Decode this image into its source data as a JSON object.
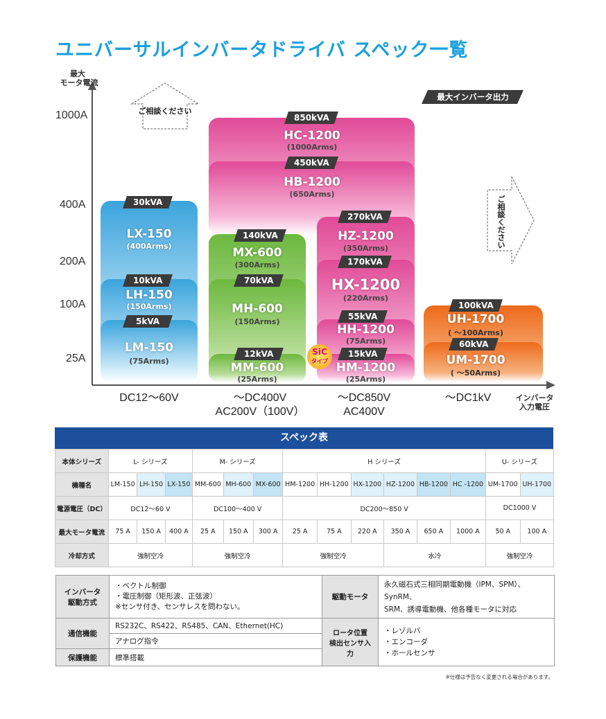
{
  "title": "ユニバーサルインバータドライバ スペック一覧",
  "chart": {
    "y_axis_label_line1": "最大",
    "y_axis_label_line2": "モータ電流",
    "x_axis_label_line1": "インバータ",
    "x_axis_label_line2": "入力電圧",
    "y_ticks": [
      "1000A",
      "400A",
      "200A",
      "100A",
      "25A"
    ],
    "x_ticks": [
      {
        "line1": "DC12～60V",
        "line2": ""
      },
      {
        "line1": "～DC400V",
        "line2": "AC200V（100V）"
      },
      {
        "line1": "～DC850V",
        "line2": "AC400V"
      },
      {
        "line1": "～DC1kV",
        "line2": ""
      }
    ],
    "consult_top": "ご相談ください",
    "consult_right": "ご相談ください",
    "max_output_label": "最大インバータ出力",
    "sic_badge_line1": "SiC",
    "sic_badge_line2": "タイプ",
    "colors": {
      "L": "#3aa4dc",
      "M": "#6cb83e",
      "H": "#e14a97",
      "U": "#ee6a1a",
      "kva": "#3b3b3b",
      "title": "#1aa0de"
    }
  },
  "chart_data": {
    "type": "table",
    "y_label": "最大モータ電流",
    "x_label": "インバータ入力電圧",
    "products": [
      {
        "kva": "30kVA",
        "model": "LX-150",
        "arms": "(400Arms)"
      },
      {
        "kva": "10kVA",
        "model": "LH-150",
        "arms": "(150Arms)"
      },
      {
        "kva": "5kVA",
        "model": "LM-150",
        "arms": "(75Arms)"
      },
      {
        "kva": "140kVA",
        "model": "MX-600",
        "arms": "(300Arms)"
      },
      {
        "kva": "70kVA",
        "model": "MH-600",
        "arms": "(150Arms)"
      },
      {
        "kva": "12kVA",
        "model": "MM-600",
        "arms": "(25Arms)"
      },
      {
        "kva": "850kVA",
        "model": "HC-1200",
        "arms": "(1000Arms)"
      },
      {
        "kva": "450kVA",
        "model": "HB-1200",
        "arms": "(650Arms)"
      },
      {
        "kva": "270kVA",
        "model": "HZ-1200",
        "arms": "(350Arms)"
      },
      {
        "kva": "170kVA",
        "model": "HX-1200",
        "arms": "(220Arms)"
      },
      {
        "kva": "55kVA",
        "model": "HH-1200",
        "arms": "(75Arms)"
      },
      {
        "kva": "15kVA",
        "model": "HM-1200",
        "arms": "(25Arms)"
      },
      {
        "kva": "100kVA",
        "model": "UH-1700",
        "arms": "( ～100Arms)"
      },
      {
        "kva": "60kVA",
        "model": "UM-1700",
        "arms": "( ～50Arms)"
      }
    ]
  },
  "spec_table": {
    "title": "スペック表",
    "row_labels": [
      "本体シリーズ",
      "機種名",
      "電源電圧（DC）",
      "最大モータ電流",
      "冷却方式"
    ],
    "series": [
      "L- シリーズ",
      "M- シリーズ",
      "H シリーズ",
      "U- シリーズ"
    ],
    "models": [
      "LM-150",
      "LH-150",
      "LX-150",
      "MM-600",
      "MH-600",
      "MX-600",
      "HM-1200",
      "HH-1200",
      "HX-1200",
      "HZ-1200",
      "HB-1200",
      "HC -1200",
      "UM-1700",
      "UH-1700"
    ],
    "voltages": [
      "DC12～60 V",
      "DC100～400 V",
      "DC200～850 V",
      "DC1000 V"
    ],
    "currents": [
      "75 A",
      "150 A",
      "400 A",
      "25 A",
      "150 A",
      "300 A",
      "25 A",
      "75 A",
      "220 A",
      "350 A",
      "650 A",
      "1000 A",
      "50 A",
      "100 A"
    ],
    "cooling": [
      "強制空冷",
      "強制空冷",
      "強制空冷",
      "水冷",
      "強制空冷"
    ]
  },
  "features": {
    "drive_label": "インバータ\n駆動方式",
    "drive_lines": [
      "・ベクトル制御",
      "・電圧制御（矩形波、正弦波）",
      "※センサ付き、センサレスを問わない。"
    ],
    "motor_label": "駆動モータ",
    "motor_lines": [
      "永久磁石式三相同期電動機（IPM、SPM）、SynRM、",
      "SRM、誘導電動機、他各種モータに対応"
    ],
    "comm_label": "通信機能",
    "comm_line1": "RS232C、RS422、RS485、CAN、Ethernet(HC)",
    "comm_line2": "アナログ指令",
    "protect_label": "保護機能",
    "protect_value": "標準搭載",
    "sensor_label": "ロータ位置\n検出センサ入力",
    "sensor_lines": [
      "・レゾルバ",
      "・エンコーダ",
      "・ホールセンサ"
    ],
    "footnote": "※仕様は予告なく変更される場合があります。"
  }
}
